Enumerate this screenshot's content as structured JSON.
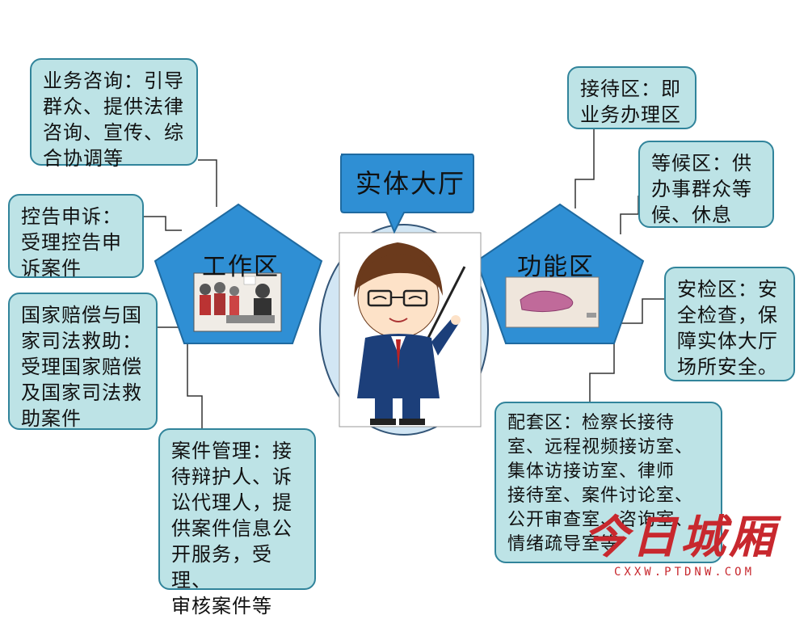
{
  "center": {
    "title": "实体大厅"
  },
  "left_hub": {
    "label": "工作区"
  },
  "right_hub": {
    "label": "功能区"
  },
  "boxes": {
    "consult": "业务咨询：引导\n群众、提供法律\n咨询、宣传、综\n合协调等",
    "complaint": "控告申诉：\n受理控告申\n诉案件",
    "compensation": "国家赔偿与国\n家司法救助：\n受理国家赔偿\n及国家司法救\n助案件",
    "case_mgmt": "案件管理：接\n待辩护人、诉\n讼代理人，提\n供案件信息公\n开服务，受理、\n审核案件等",
    "reception": "接待区：即\n业务办理区",
    "waiting": "等候区：供\n办事群众等\n候、休息",
    "security": "安检区：安\n全检查，保\n障实体大厅\n场所安全。",
    "supporting": "配套区：检察长接待\n室、远程视频接访室、\n集体访接访室、律师\n接待室、案件讨论室、\n公开审查室、咨询室、\n情绪疏导室等"
  },
  "watermark": {
    "main": "今日城厢",
    "sub": "CXXW.PTDNW.COM"
  },
  "colors": {
    "box_fill": "#bde3e6",
    "box_border": "#31849b",
    "pentagon": "#2f8fd4",
    "watermark": "#c8282e"
  }
}
